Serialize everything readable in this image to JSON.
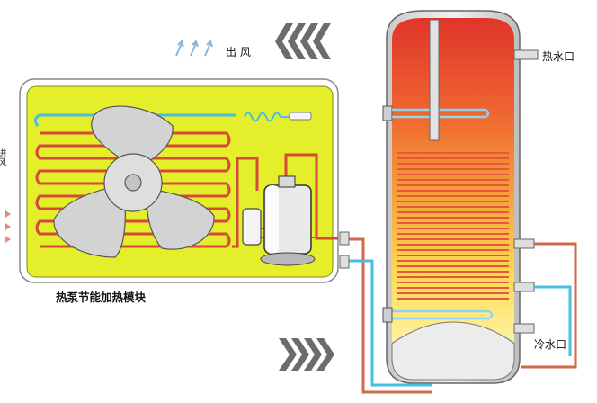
{
  "labels": {
    "module": "热泵节能加热模块",
    "air_out": "出 风",
    "hot_outlet": "热水口",
    "cold_inlet": "冷水口",
    "air_in": "进风"
  },
  "colors": {
    "module_fill": "#e6f028",
    "coil": "#d54a3a",
    "cold_line": "#49bfe0",
    "hot_line": "#cf6a4e",
    "arrow_grey": "#6c6c6c",
    "fan_grey": "#cfcfcf"
  }
}
